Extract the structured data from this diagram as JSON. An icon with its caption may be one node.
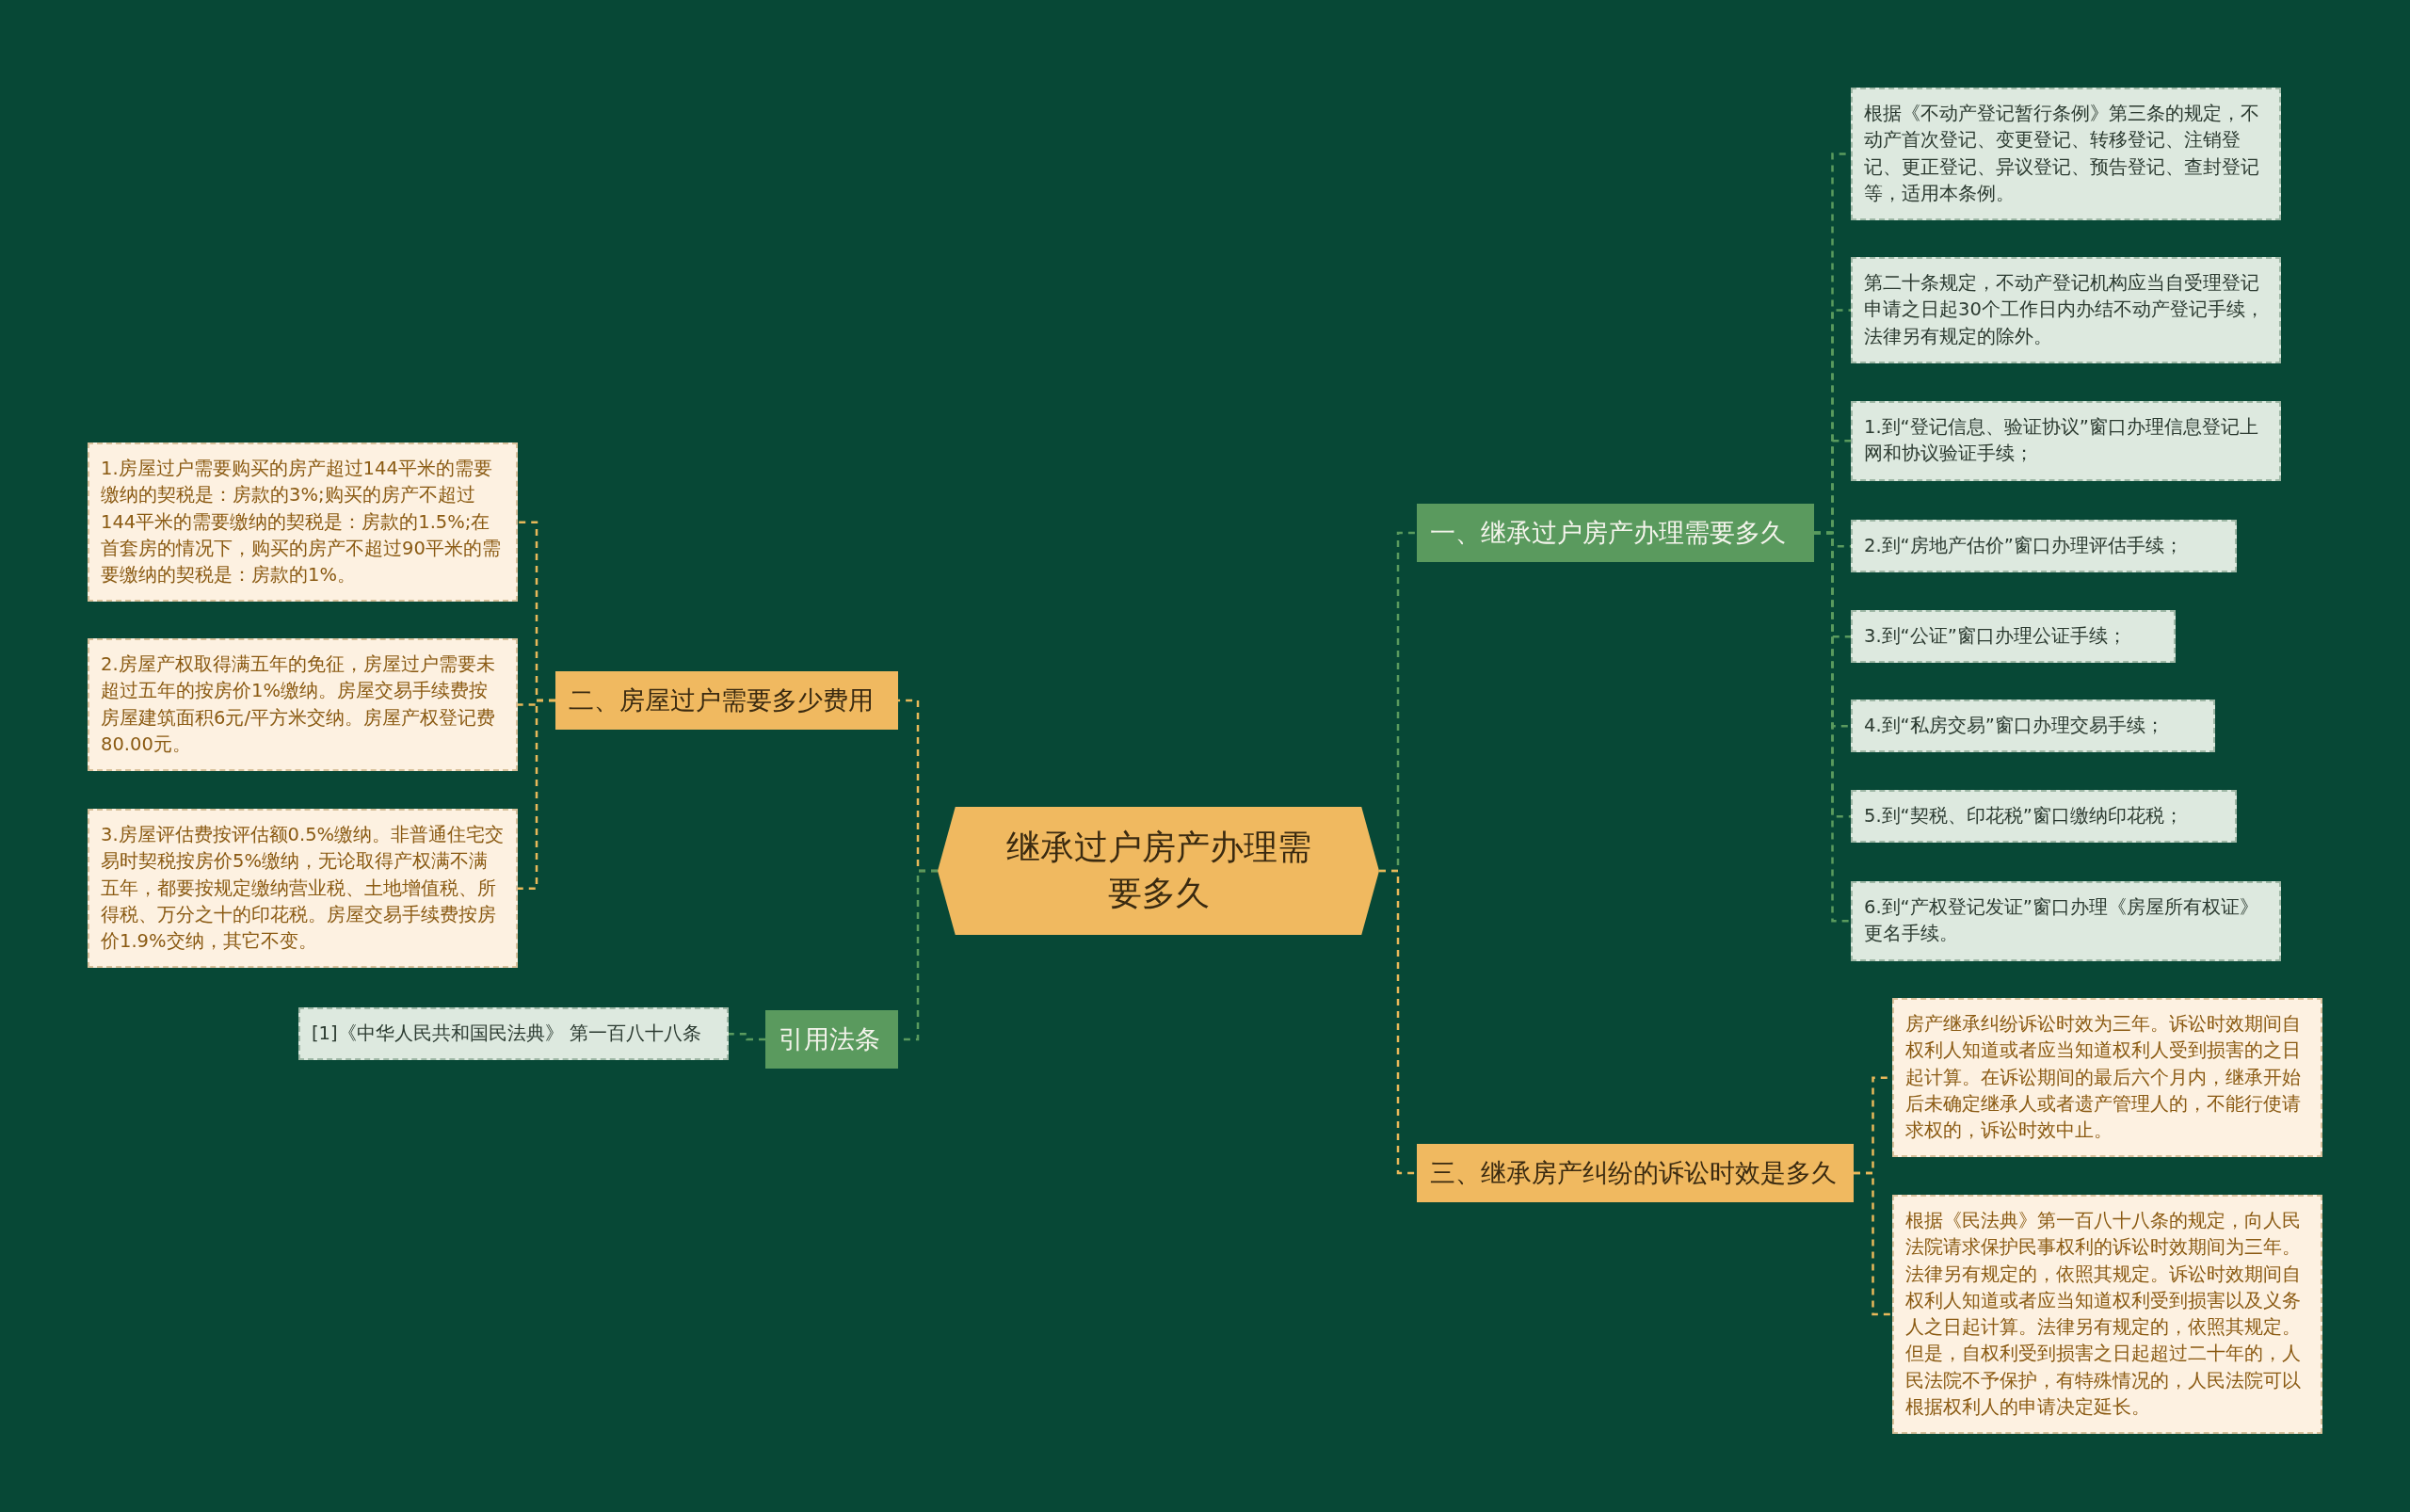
{
  "diagram": {
    "nodes": [
      {
        "text": [
          "继承过户房产办理需要多久"
        ]
      },
      {
        "text": [
          "一、继承过户房产办理需要多久"
        ]
      },
      {
        "text": [
          "根据《不动产登记暂行条例》第三条的规定，不动产首次登记、变更登记、转移登记、注销登记、更正登记、异议登记、预告登记、查封登记等，适用本条例。"
        ]
      },
      {
        "text": [
          "第二十条规定，不动产登记机构应当自受理登记申请之日起30个工作日内办结不动产登记手续，法律另有规定的除外。"
        ]
      },
      {
        "text": [
          "1.到“登记信息、验证协议”窗口办理信息登记上网和协议验证手续；"
        ]
      },
      {
        "text": [
          "2.到“房地产估价”窗口办理评估手续；"
        ]
      },
      {
        "text": [
          "3.到“公证”窗口办理公证手续；"
        ]
      },
      {
        "text": [
          "4.到“私房交易”窗口办理交易手续；"
        ]
      },
      {
        "text": [
          "5.到“契税、印花税”窗口缴纳印花税；"
        ]
      },
      {
        "text": [
          "6.到“产权登记发证”窗口办理《房屋所有权证》更名手续。"
        ]
      },
      {
        "text": [
          "三、继承房产纠纷的诉讼时效是多久"
        ]
      },
      {
        "text": [
          "房产继承纠纷诉讼时效为三年。诉讼时效期间自权利人知道或者应当知道权利人受到损害的之日起计算。在诉讼期间的最后六个月内，继承开始后未确定继承人或者遗产管理人的，不能行使请求权的，诉讼时效中止。"
        ]
      },
      {
        "text": [
          "根据《民法典》第一百八十八条的规定，向人民法院请求保护民事权利的诉讼时效期间为三年。法律另有规定的，依照其规定。诉讼时效期间自权利人知道或者应当知道权利受到损害以及义务人之日起计算。法律另有规定的，依照其规定。但是，自权利受到损害之日起超过二十年的，人民法院不予保护，有特殊情况的，人民法院可以根据权利人的申请决定延长。"
        ]
      },
      {
        "text": [
          "二、房屋过户需要多少费用"
        ]
      },
      {
        "text": [
          "1.房屋过户需要购买的房产超过144平米的需要缴纳的契税是：房款的3%;购买的房产不超过144平米的需要缴纳的契税是：房款的1.5%;在首套房的情况下，购买的房产不超过90平米的需要缴纳的契税是：房款的1%。"
        ]
      },
      {
        "text": [
          "2.房屋产权取得满五年的免征，房屋过户需要未超过五年的按房价1%缴纳。房屋交易手续费按房屋建筑面积6元/平方米交纳。房屋产权登记费80.00元。"
        ]
      },
      {
        "text": [
          "3.房屋评估费按评估额0.5%缴纳。非普通住宅交易时契税按房价5%缴纳，无论取得产权满不满五年，都要按规定缴纳营业税、土地增值税、所得税、万分之十的印花税。房屋交易手续费按房价1.9%交纳，其它不变。"
        ]
      },
      {
        "text": [
          "引用法条"
        ]
      },
      {
        "text": [
          "[1]《中华人民共和国民法典》 第一百八十八条"
        ]
      }
    ],
    "edges": [
      {
        "from": 0,
        "to": 1,
        "arrow": "none",
        "style": "dashed"
      },
      {
        "from": 1,
        "to": 2,
        "arrow": "none",
        "style": "dashed"
      },
      {
        "from": 1,
        "to": 3,
        "arrow": "none",
        "style": "dashed"
      },
      {
        "from": 1,
        "to": 4,
        "arrow": "none",
        "style": "dashed"
      },
      {
        "from": 1,
        "to": 5,
        "arrow": "none",
        "style": "dashed"
      },
      {
        "from": 1,
        "to": 6,
        "arrow": "none",
        "style": "dashed"
      },
      {
        "from": 1,
        "to": 7,
        "arrow": "none",
        "style": "dashed"
      },
      {
        "from": 1,
        "to": 8,
        "arrow": "none",
        "style": "dashed"
      },
      {
        "from": 1,
        "to": 9,
        "arrow": "none",
        "style": "dashed"
      },
      {
        "from": 0,
        "to": 10,
        "arrow": "none",
        "style": "dashed",
        "color": "#e8b85a"
      },
      {
        "from": 10,
        "to": 11,
        "arrow": "none",
        "style": "dashed",
        "color": "#e8b85a"
      },
      {
        "from": 10,
        "to": 12,
        "arrow": "none",
        "style": "dashed",
        "color": "#e8b85a"
      },
      {
        "from": 0,
        "to": 13,
        "arrow": "none",
        "style": "dashed",
        "color": "#e8b85a"
      },
      {
        "from": 13,
        "to": 14,
        "arrow": "none",
        "style": "dashed",
        "color": "#e8b85a"
      },
      {
        "from": 13,
        "to": 15,
        "arrow": "none",
        "style": "dashed",
        "color": "#e8b85a"
      },
      {
        "from": 13,
        "to": 16,
        "arrow": "none",
        "style": "dashed",
        "color": "#e8b85a"
      },
      {
        "from": 0,
        "to": 17,
        "arrow": "none",
        "style": "dashed"
      },
      {
        "from": 17,
        "to": 18,
        "arrow": "none",
        "style": "dashed"
      }
    ]
  }
}
